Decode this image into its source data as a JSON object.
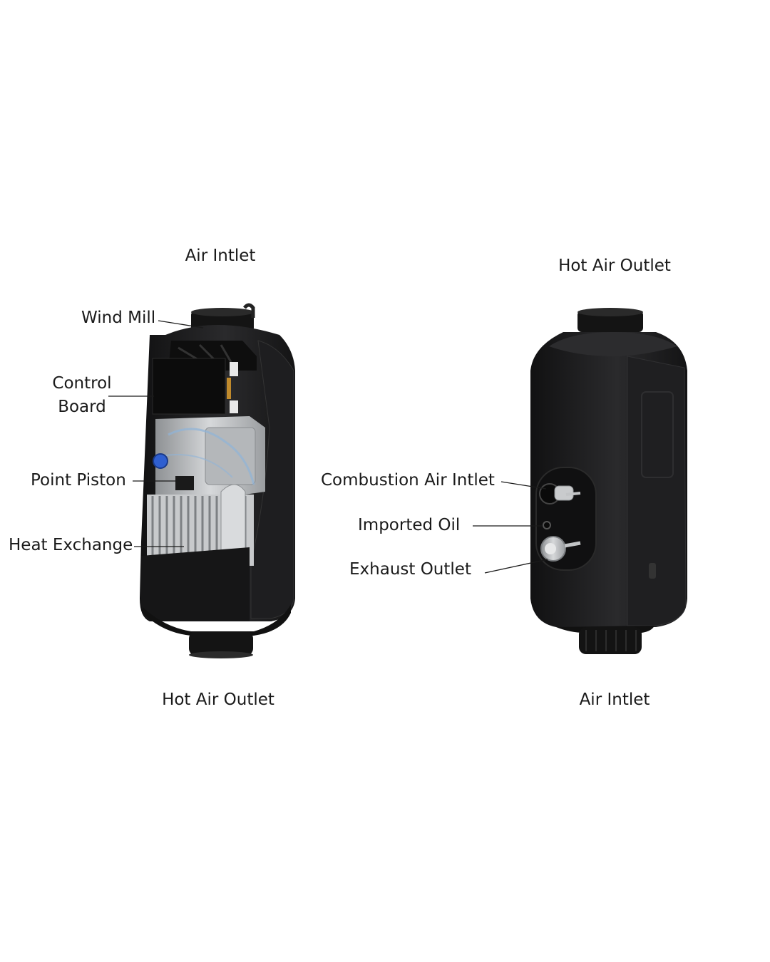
{
  "left_unit": {
    "top_label": "Air Intlet",
    "bottom_label": "Hot Air Outlet",
    "callouts": {
      "wind_mill": "Wind Mill",
      "control_board": "Control\nBoard",
      "point_piston": "Point Piston",
      "heat_exchange": "Heat Exchange"
    }
  },
  "right_unit": {
    "top_label": "Hot Air Outlet",
    "bottom_label": "Air Intlet",
    "callouts": {
      "combustion_air_inlet": "Combustion Air Intlet",
      "imported_oil": "Imported Oil",
      "exhaust_outlet": "Exhaust Outlet"
    }
  },
  "colors": {
    "body": "#1b1b1c",
    "body_highlight": "#2e2e30",
    "metal": "#b9bcbf",
    "accent_blue": "#2f5fd0",
    "text": "#1a1a1a"
  }
}
